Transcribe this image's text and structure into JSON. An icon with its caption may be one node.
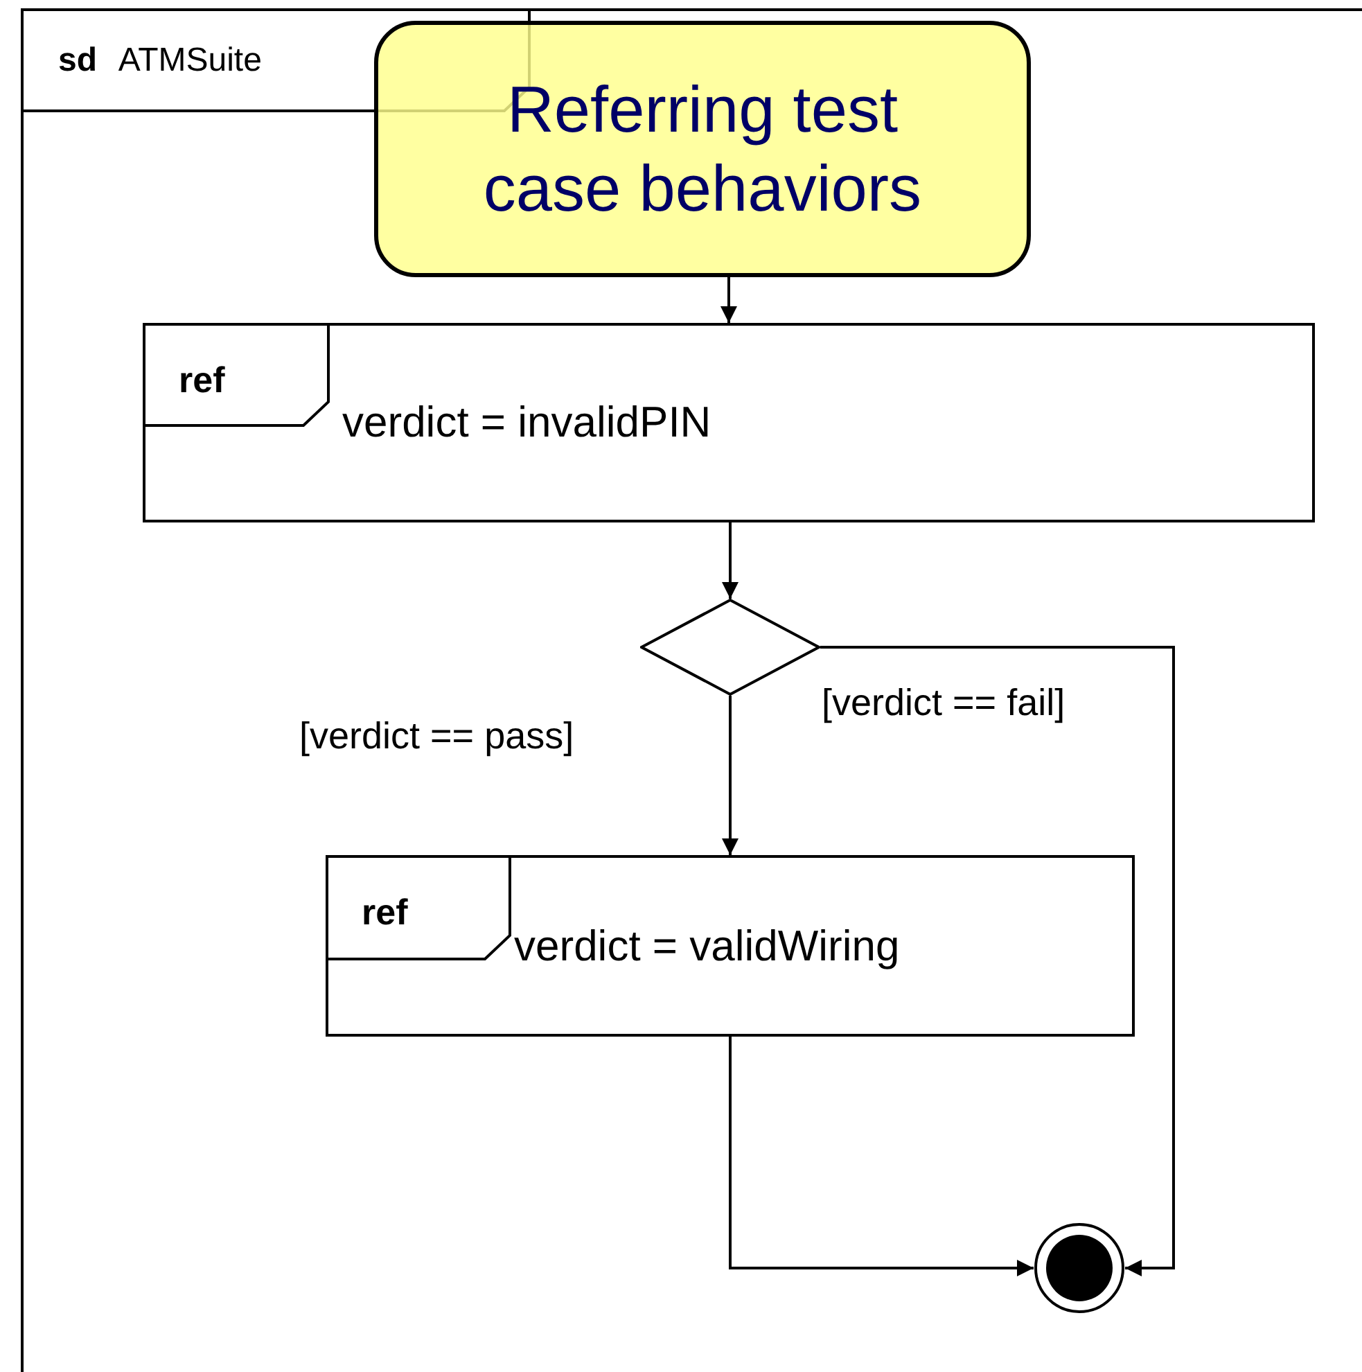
{
  "diagram": {
    "nodes": [
      {
        "text": [
          "**sd** ATMSuite"
        ]
      },
      {
        "text": [
          "Referring test case behaviors"
        ],
        "in": 0
      },
      {
        "text": [
          "ref",
          "verdict = invalidPIN"
        ],
        "in": 0
      },
      {
        "text": [],
        "shape": "diamond",
        "in": 0
      },
      {
        "text": [
          "ref",
          "verdict = validWiring"
        ],
        "in": 0
      },
      {
        "text": [],
        "shape": "circle",
        "in": 0
      }
    ],
    "edges": [
      {
        "from": 1,
        "to": 2,
        "arrow": "to"
      },
      {
        "from": 2,
        "to": 3,
        "arrow": "to"
      },
      {
        "from": 3,
        "to": 4,
        "arrow": "to",
        "label": "[verdict == pass]"
      },
      {
        "from": 3,
        "to": 5,
        "arrow": "to",
        "label": "[verdict == fail]"
      },
      {
        "from": 4,
        "to": 5,
        "arrow": "to"
      }
    ]
  }
}
